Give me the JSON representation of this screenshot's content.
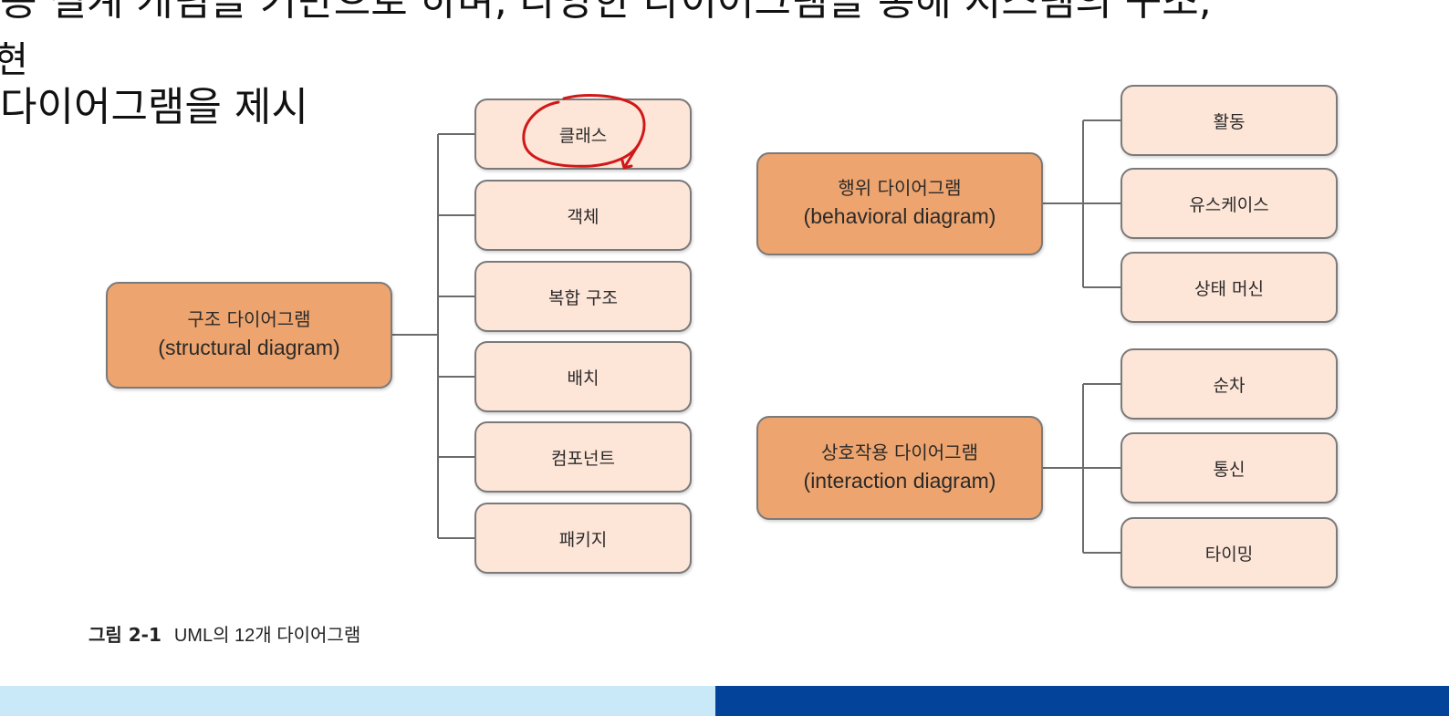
{
  "slide": {
    "line1": "동 설계 개념을 기반으로 하며, 다양한 다이어그램을 통해 시스템의 구조,",
    "line2": "현",
    "line3": "다이어그램을 제시"
  },
  "diagram": {
    "structural": {
      "ko": "구조 다이어그램",
      "en": "(structural diagram)",
      "children": [
        "클래스",
        "객체",
        "복합 구조",
        "배치",
        "컴포넌트",
        "패키지"
      ]
    },
    "behavioral": {
      "ko": "행위 다이어그램",
      "en": "(behavioral diagram)",
      "children": [
        "활동",
        "유스케이스",
        "상태 머신"
      ]
    },
    "interaction": {
      "ko": "상호작용 다이어그램",
      "en": "(interaction diagram)",
      "children": [
        "순차",
        "통신",
        "타이밍"
      ]
    }
  },
  "caption": {
    "label": "그림 2-1",
    "text": "UML의 12개 다이어그램"
  },
  "colors": {
    "parent_fill": "#eda46e",
    "child_fill": "#fde5d8",
    "annotation": "#d01818",
    "bar_left": "#c9e9f9",
    "bar_right": "#03449a"
  }
}
